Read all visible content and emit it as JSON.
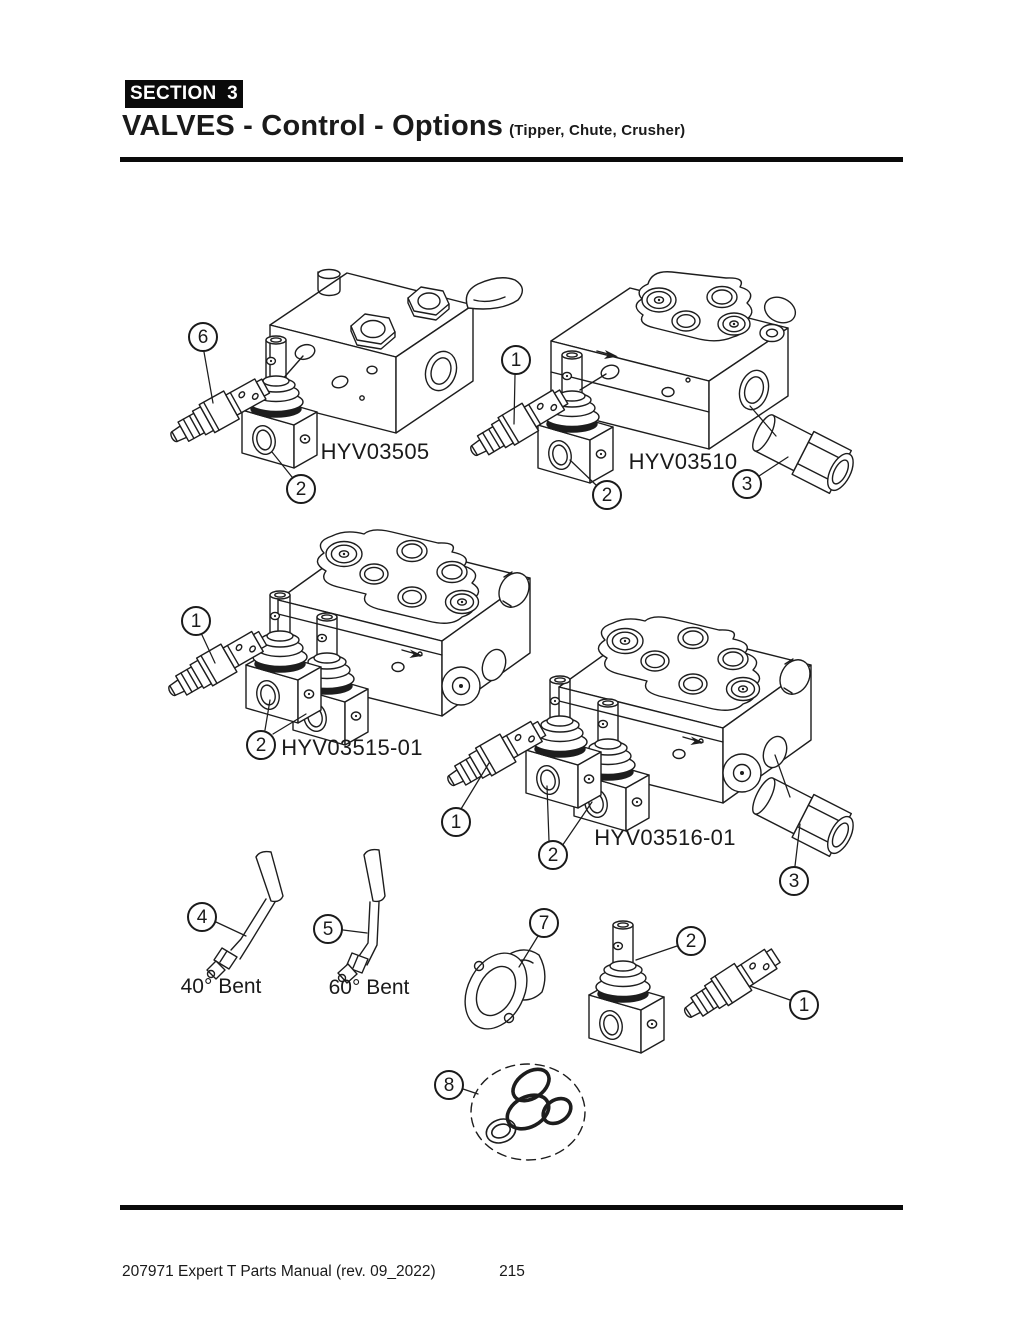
{
  "header": {
    "section_badge": "SECTION 3",
    "title": "VALVES - Control - Options",
    "title_suffix": "(Tipper, Chute, Crusher)"
  },
  "assembly_labels": [
    "HYV03505",
    "HYV03510",
    "HYV03515-01",
    "HYV03516-01"
  ],
  "lever_labels": [
    "40° Bent",
    "60° Bent"
  ],
  "callouts": [
    "6",
    "2",
    "1",
    "2",
    "3",
    "1",
    "2",
    "1",
    "2",
    "3",
    "4",
    "5",
    "7",
    "2",
    "1",
    "8"
  ],
  "footer": {
    "manual_ref": "207971 Expert T Parts Manual (rev. 09_2022)",
    "page_number": "215"
  }
}
